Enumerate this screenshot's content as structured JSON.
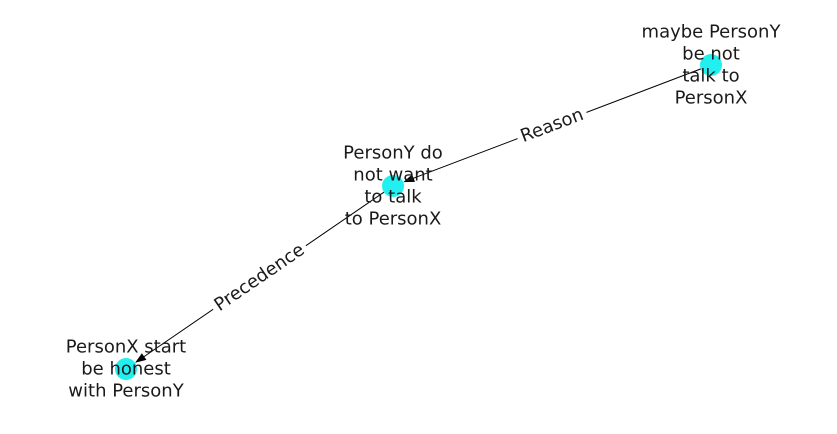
{
  "colors": {
    "node": "#22f0f0",
    "edge": "#000000",
    "text": "#1a1a1a"
  },
  "nodes": [
    {
      "id": "n1",
      "lines": [
        "maybe PersonY",
        "be not",
        "talk to",
        "PersonX"
      ]
    },
    {
      "id": "n2",
      "lines": [
        "PersonY do",
        "not want",
        "to talk",
        "to PersonX"
      ]
    },
    {
      "id": "n3",
      "lines": [
        "PersonX start",
        "be honest",
        "with PersonY"
      ]
    }
  ],
  "edges": [
    {
      "from": "n1",
      "to": "n2",
      "label": "Reason"
    },
    {
      "from": "n2",
      "to": "n3",
      "label": "Precedence"
    }
  ]
}
